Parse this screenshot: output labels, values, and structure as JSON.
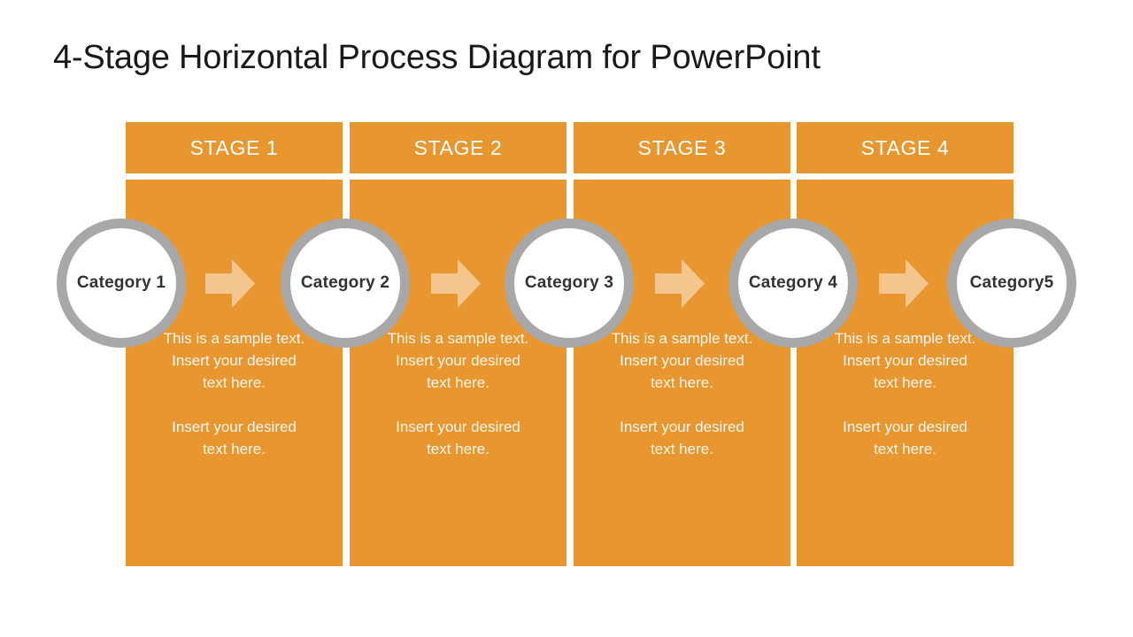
{
  "slide": {
    "title": "4-Stage Horizontal Process Diagram for PowerPoint",
    "background_color": "#FFFFFF"
  },
  "theme": {
    "panel_orange": "#E8962F",
    "arrow_peach": "#F4C68D",
    "circle_ring_gray": "#A8A8A8",
    "circle_fill": "#FFFFFF",
    "header_text": "#FFFFFF",
    "body_text": "#FDF6EC",
    "node_label_text": "#333333",
    "title_text": "#191919"
  },
  "stages": [
    {
      "header": "STAGE 1",
      "body_line_1": "This is a sample text.",
      "body_line_2": "Insert your desired",
      "body_line_3": "text here.",
      "body_line_4": "Insert your desired",
      "body_line_5": "text here."
    },
    {
      "header": "STAGE 2",
      "body_line_1": "This is a sample text.",
      "body_line_2": "Insert your desired",
      "body_line_3": "text here.",
      "body_line_4": "Insert your desired",
      "body_line_5": "text here."
    },
    {
      "header": "STAGE 3",
      "body_line_1": "This is a sample text.",
      "body_line_2": "Insert your desired",
      "body_line_3": "text here.",
      "body_line_4": "Insert your desired",
      "body_line_5": "text here."
    },
    {
      "header": "STAGE 4",
      "body_line_1": "This is a sample text.",
      "body_line_2": "Insert your desired",
      "body_line_3": "text here.",
      "body_line_4": "Insert your desired",
      "body_line_5": "text here."
    }
  ],
  "nodes": [
    {
      "label": "Category  1"
    },
    {
      "label": "Category  2"
    },
    {
      "label": "Category  3"
    },
    {
      "label": "Category  4"
    },
    {
      "label": "Category5"
    }
  ],
  "arrows": [
    {
      "icon": "right-arrow-icon"
    },
    {
      "icon": "right-arrow-icon"
    },
    {
      "icon": "right-arrow-icon"
    },
    {
      "icon": "right-arrow-icon"
    }
  ]
}
